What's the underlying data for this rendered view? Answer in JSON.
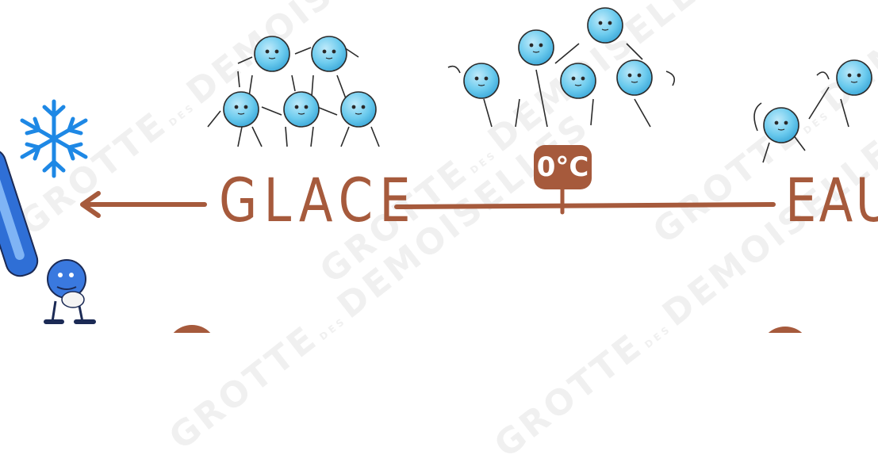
{
  "diagram": {
    "left_state_label": "GLACE",
    "right_state_label": "EAU",
    "threshold_label": "0°C"
  },
  "watermark": {
    "text_top": "GROTTE",
    "text_small": "DES",
    "text_bottom": "DEMOISELLES"
  },
  "colors": {
    "accent": "#a65a3c",
    "molecule": "#5fc3e8",
    "thermometer": "#2f6fd6",
    "snowflake": "#1e88e5"
  },
  "icons": [
    "snowflake-icon",
    "thermometer-icon",
    "molecule-icon"
  ]
}
